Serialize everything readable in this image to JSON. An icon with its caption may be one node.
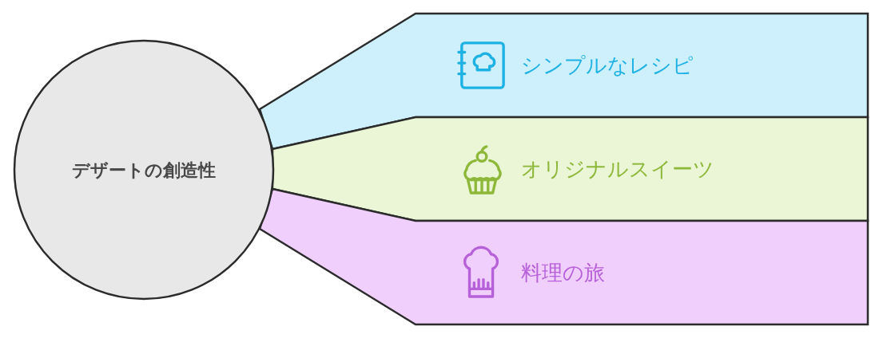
{
  "diagram": {
    "nodes": [
      {
        "text": [
          "デザートの創造性"
        ]
      },
      {
        "text": [
          "シンプルなレシピ"
        ]
      },
      {
        "text": [
          "オリジナルスイーツ"
        ]
      },
      {
        "text": [
          "料理の旅"
        ]
      }
    ]
  }
}
